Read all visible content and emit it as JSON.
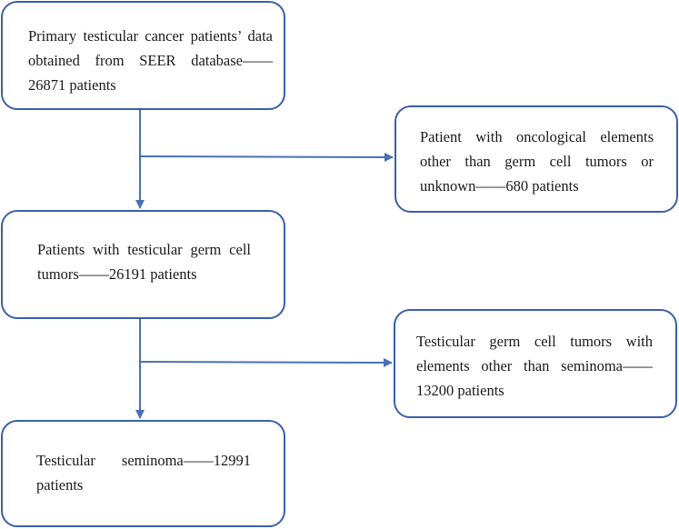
{
  "boxes": {
    "primary": {
      "text": "Primary testicular cancer patients’ data obtained from SEER database——26871 patients"
    },
    "excluded_non_gct": {
      "text": "Patient with oncological elements other than germ cell tumors or unknown——680 patients"
    },
    "tgct": {
      "text": "Patients with testicular germ cell tumors——26191 patients"
    },
    "excluded_non_seminoma": {
      "text": "Testicular germ cell tumors with elements other than seminoma——13200 patients"
    },
    "seminoma": {
      "text": "Testicular seminoma——12991 patients"
    }
  },
  "colors": {
    "border": "#3b5fa8",
    "arrow": "#4a6fb8",
    "text": "#1a1a1a",
    "background": "#ffffff"
  }
}
